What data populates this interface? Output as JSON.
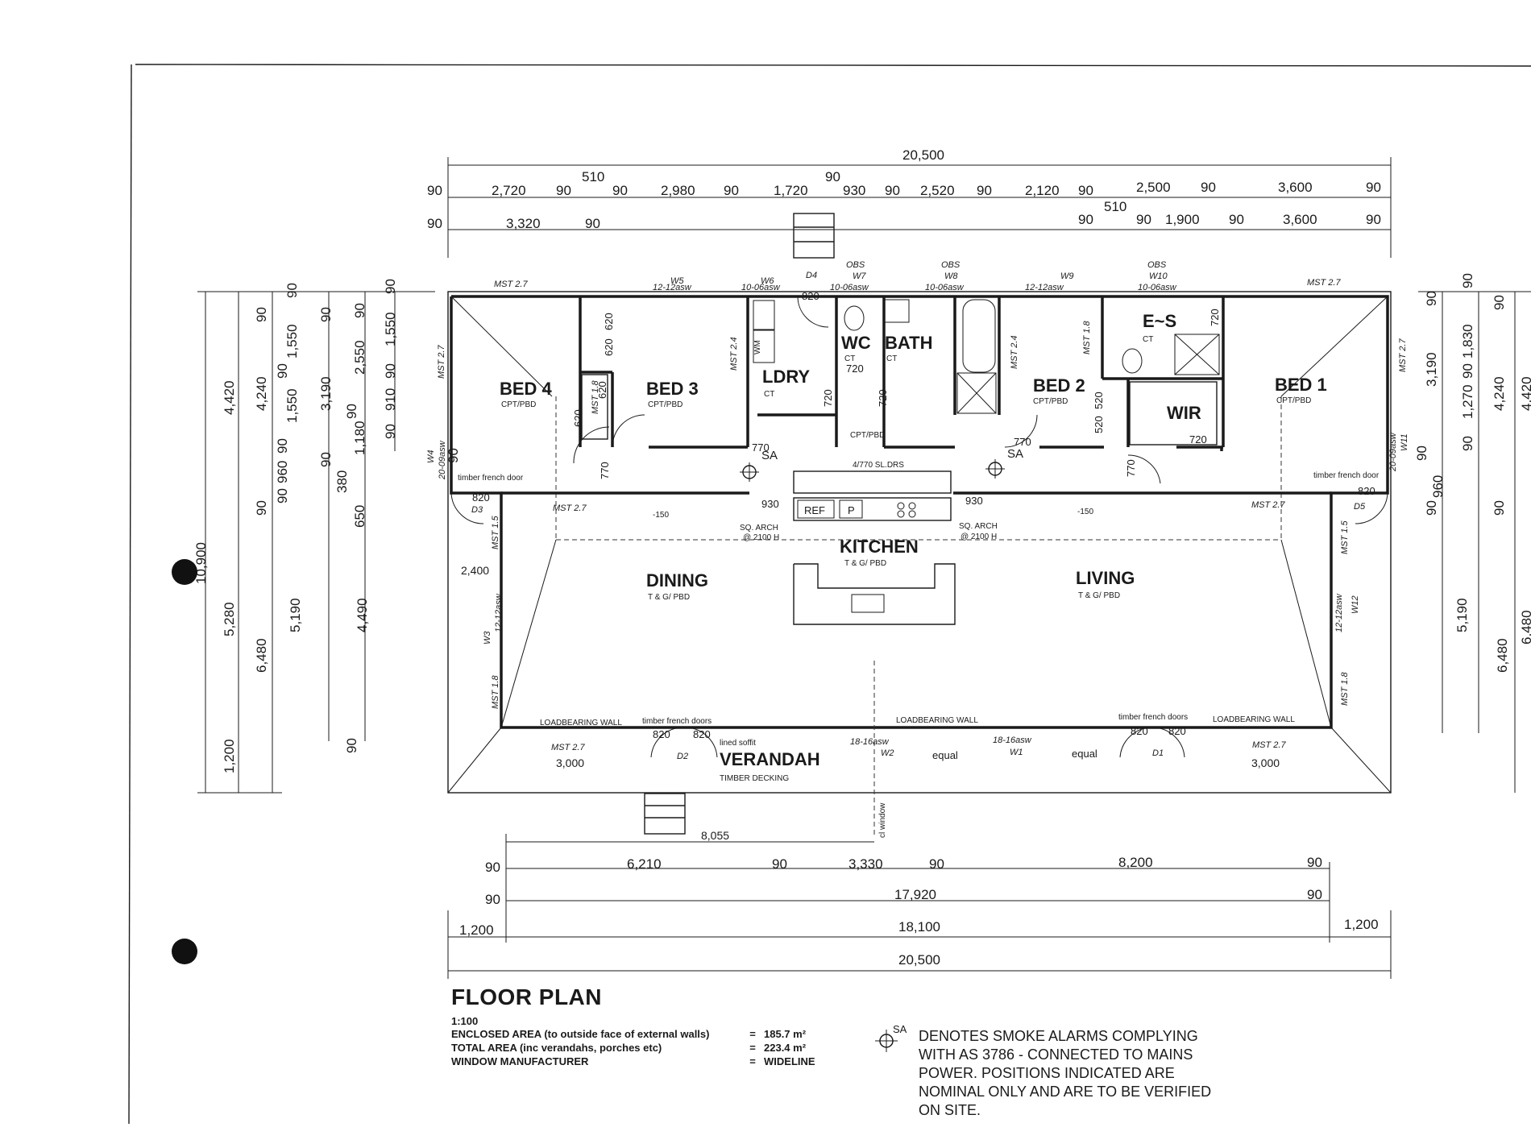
{
  "title": "FLOOR PLAN",
  "scale": "1:100",
  "areas": [
    {
      "label": "ENCLOSED AREA (to outside face of external walls)",
      "eq": "=",
      "value": "185.7 m²"
    },
    {
      "label": "TOTAL AREA (inc verandahs, porches etc)",
      "eq": "=",
      "value": "223.4 m²"
    },
    {
      "label": "WINDOW MANUFACTURER",
      "eq": "=",
      "value": "WIDELINE"
    }
  ],
  "smoke_note": {
    "symbol": "SA",
    "text": "DENOTES SMOKE ALARMS COMPLYING WITH AS 3786 - CONNECTED TO MAINS POWER. POSITIONS INDICATED ARE NOMINAL ONLY AND ARE TO BE VERIFIED ON SITE."
  },
  "rooms": {
    "bed4": {
      "name": "BED 4",
      "finish": "CPT/PBD"
    },
    "bed3": {
      "name": "BED 3",
      "finish": "CPT/PBD"
    },
    "ldry": {
      "name": "LDRY",
      "finish": "CT"
    },
    "wc": {
      "name": "WC",
      "finish": "CT"
    },
    "bath": {
      "name": "BATH",
      "finish": "CT"
    },
    "bed2": {
      "name": "BED 2",
      "finish": "CPT/PBD"
    },
    "ens": {
      "name": "E~S",
      "finish": "CT"
    },
    "wir": {
      "name": "WIR"
    },
    "bed1": {
      "name": "BED 1",
      "finish": "CPT/PBD"
    },
    "kitchen": {
      "name": "KITCHEN",
      "finish": "T & G/ PBD"
    },
    "dining": {
      "name": "DINING",
      "finish": "T & G/ PBD"
    },
    "living": {
      "name": "LIVING",
      "finish": "T & G/ PBD"
    },
    "verandah": {
      "name": "VERANDAH",
      "finish": "TIMBER DECKING",
      "note": "lined soffit"
    },
    "hall": {
      "finish": "CPT/PBD"
    }
  },
  "fixtures": {
    "ref": "REF",
    "pantry": "P",
    "wm": "WM",
    "sl_drs": "4/770 SL.DRS"
  },
  "labels": {
    "sa": "SA",
    "sq_arch": "SQ. ARCH",
    "arch_height": "@ 2100 H",
    "loadbearing": "LOADBEARING WALL",
    "timber_french_door": "timber french door",
    "timber_french_doors": "timber french doors",
    "lined_soffit": "lined soffit",
    "equal": "equal",
    "cl_window": "cl window",
    "step_down": "-150"
  },
  "tags": {
    "mst27": "MST 2.7",
    "mst24": "MST 2.4",
    "mst18": "MST 1.8",
    "mst15": "MST 1.5",
    "obs": "OBS",
    "w1": "W1",
    "w2": "W2",
    "w3": "W3",
    "w4": "W4",
    "w5": "W5",
    "w6": "W6",
    "w7": "W7",
    "w8": "W8",
    "w9": "W9",
    "w10": "W10",
    "w11": "W11",
    "w12": "W12",
    "d1": "D1",
    "d2": "D2",
    "d3": "D3",
    "d4": "D4",
    "d5": "D5",
    "win_12_12": "12-12asw",
    "win_10_06": "10-06asw",
    "win_20_09": "20-09asw",
    "win_18_16": "18-16asw"
  },
  "door_dims": {
    "d620": "620",
    "d720": "720",
    "d770": "770",
    "d820": "820",
    "d520": "520",
    "d930": "930"
  },
  "dims_top": {
    "overall": "20,500",
    "row1": [
      "90",
      "2,720",
      "90",
      "90",
      "2,980",
      "90",
      "1,720",
      "930",
      "90",
      "2,520",
      "90",
      "2,120",
      "90",
      "2,500",
      "90",
      "3,600",
      "90"
    ],
    "row1_upper": [
      "510",
      "90"
    ],
    "row2": [
      "90",
      "3,320",
      "90"
    ],
    "row2_right": [
      "90",
      "510",
      "90",
      "1,900",
      "90",
      "3,600",
      "90"
    ]
  },
  "dims_bottom": {
    "d8055": "8,055",
    "row1": [
      "90",
      "6,210",
      "90",
      "3,330",
      "90",
      "8,200",
      "90"
    ],
    "row2": [
      "90",
      "17,920",
      "90"
    ],
    "row3": [
      "1,200",
      "18,100",
      "1,200"
    ],
    "overall": "20,500",
    "verandah_left": "3,000",
    "verandah_right": "3,000",
    "dining_bay": "2,400"
  },
  "dims_left": {
    "overall": "10,900",
    "col1": [
      "4,420",
      "5,280",
      "1,200"
    ],
    "col2": [
      "90",
      "4,240",
      "90",
      "6,480"
    ],
    "col3": [
      "90",
      "1,550",
      "90",
      "1,550",
      "90",
      "960",
      "90",
      "5,190"
    ],
    "col4": [
      "90",
      "3,190",
      "90",
      "380",
      "650",
      "4,490"
    ],
    "col5": [
      "90",
      "2,550",
      "90",
      "1,180",
      "90"
    ],
    "col6": [
      "90",
      "1,550",
      "90",
      "910",
      "90",
      "90"
    ]
  },
  "dims_right": {
    "col1": [
      "90",
      "3,190",
      "90",
      "960",
      "90",
      "5,190"
    ],
    "col2": [
      "90",
      "1,830",
      "90",
      "1,270",
      "90"
    ],
    "col3": [
      "90",
      "4,240",
      "90",
      "6,480"
    ],
    "col4": [
      "4,420",
      "6,480"
    ]
  }
}
